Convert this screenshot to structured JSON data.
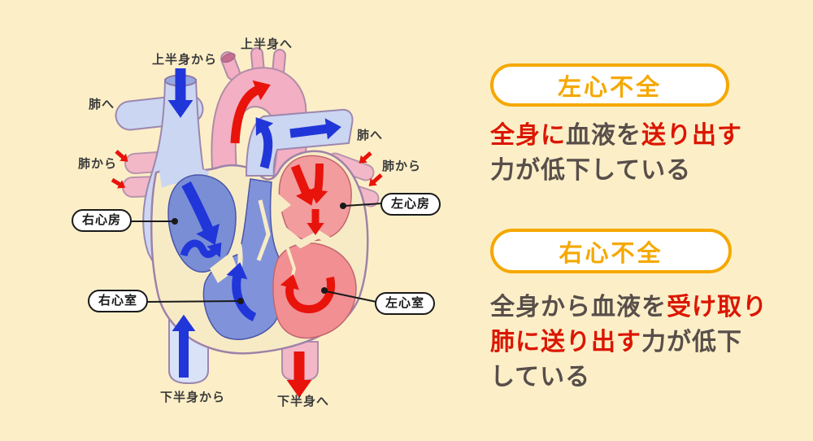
{
  "colors": {
    "background": "#FCEFC8",
    "accent_orange": "#F5A800",
    "text_red": "#DB1600",
    "text_dark": "#584E4A",
    "vein_vessel_lavender": "#CBD6F2",
    "inferior_vena_cava_light": "#DAE2F7",
    "artery_vessel_pink": "#F3AFC3",
    "heart_wall_cream": "#F7EBC6",
    "right_atrium_blue": "#7A8ED5",
    "right_ventricle_blue": "#8093DA",
    "left_atrium_pink": "#F29C9E",
    "left_ventricle_pink": "#F18F92",
    "arrow_blue": "#2136D9",
    "arrow_red": "#E8130B"
  },
  "diagram": {
    "labels": {
      "from_upper_body": "上半身から",
      "to_upper_body": "上半身へ",
      "to_lungs_left": "肺へ",
      "to_lungs_right": "肺へ",
      "from_lungs_left": "肺から",
      "from_lungs_right": "肺から",
      "from_lower_body": "下半身から",
      "to_lower_body": "下半身へ"
    },
    "chambers": {
      "right_atrium": "右心房",
      "left_atrium": "左心房",
      "right_ventricle": "右心室",
      "left_ventricle": "左心室"
    }
  },
  "panel": {
    "sections": [
      {
        "badge": "左心不全",
        "lines": [
          [
            {
              "t": "全身に",
              "c": "red"
            },
            {
              "t": "血液を",
              "c": "dark"
            },
            {
              "t": "送り出す",
              "c": "red"
            }
          ],
          [
            {
              "t": "力が低下している",
              "c": "dark"
            }
          ]
        ]
      },
      {
        "badge": "右心不全",
        "lines": [
          [
            {
              "t": "全身から血液を",
              "c": "dark"
            },
            {
              "t": "受け取り",
              "c": "red"
            }
          ],
          [
            {
              "t": "肺に送り出す",
              "c": "red"
            },
            {
              "t": "力が低下",
              "c": "dark"
            }
          ],
          [
            {
              "t": "している",
              "c": "dark"
            }
          ]
        ]
      }
    ]
  }
}
